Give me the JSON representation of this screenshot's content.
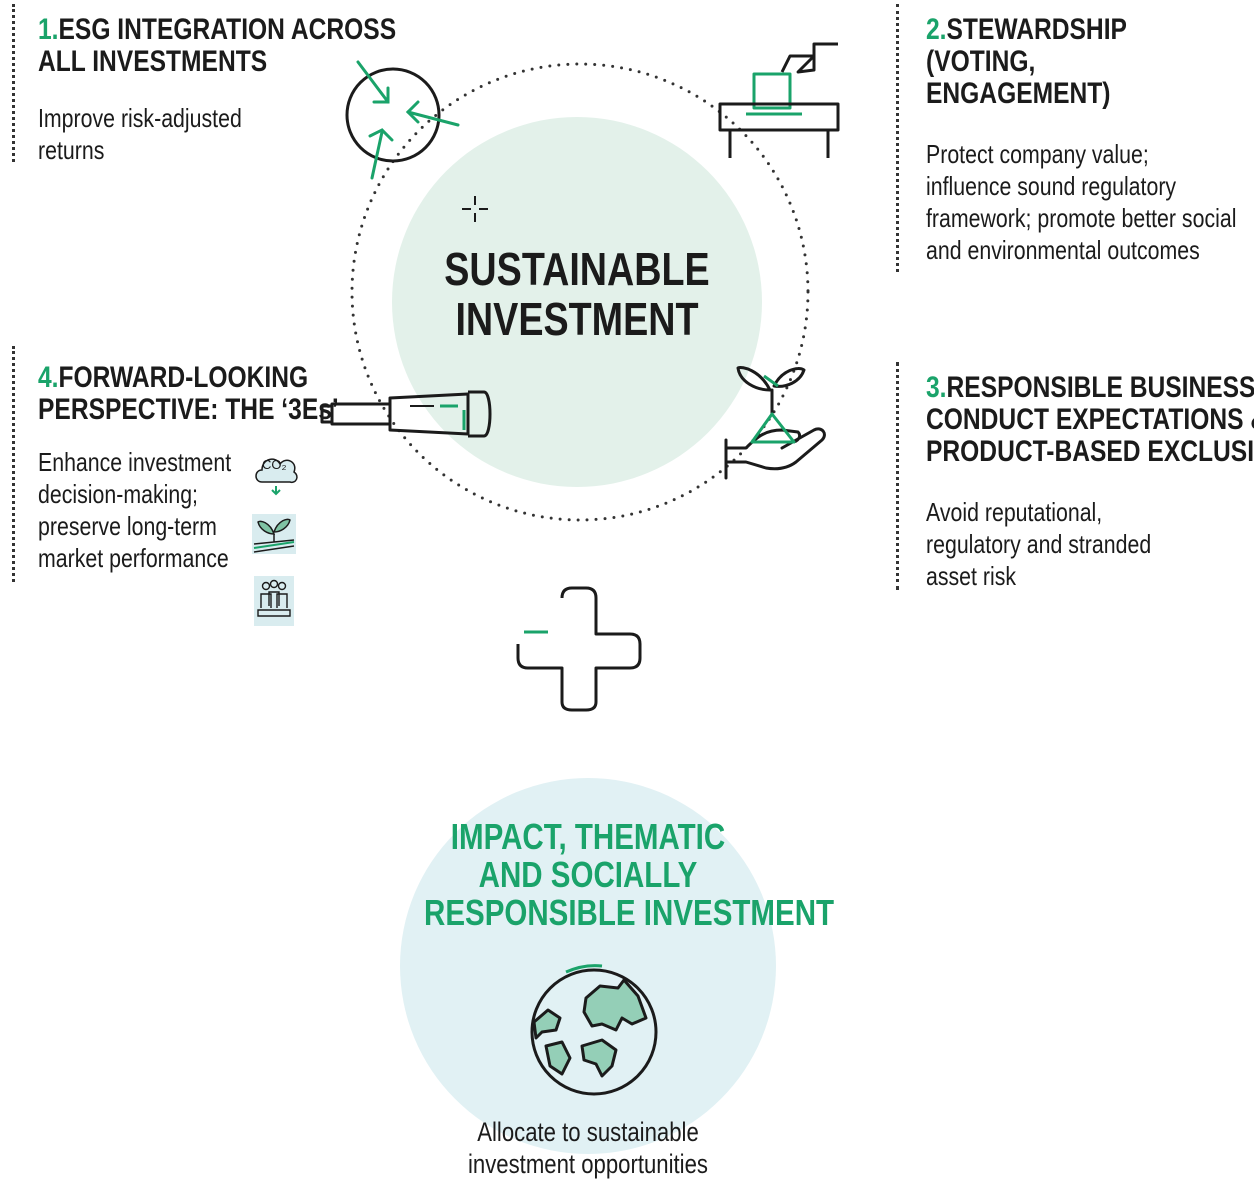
{
  "center": {
    "title_line1": "SUSTAINABLE",
    "title_line2": "INVESTMENT"
  },
  "pillars": [
    {
      "num": "1.",
      "title_line1": "ESG INTEGRATION ACROSS",
      "title_line2": "ALL INVESTMENTS",
      "desc_lines": [
        "Improve risk-adjusted",
        "returns"
      ],
      "icon": "arrows-converge-icon"
    },
    {
      "num": "2.",
      "title_line1": "STEWARDSHIP",
      "title_line2": "(VOTING,",
      "title_line3": "ENGAGEMENT)",
      "desc_lines": [
        "Protect company value;",
        "influence sound regulatory",
        "framework; promote better social",
        "and environmental outcomes"
      ],
      "icon": "ballot-box-icon"
    },
    {
      "num": "3.",
      "title_line1": "RESPONSIBLE BUSINESS",
      "title_line2": "CONDUCT EXPECTATIONS &",
      "title_line3": "PRODUCT-BASED EXCLUSIONS",
      "desc_lines": [
        "Avoid reputational,",
        "regulatory and stranded",
        "asset risk"
      ],
      "icon": "hand-sprout-icon"
    },
    {
      "num": "4.",
      "title_line1": "FORWARD-LOOKING",
      "title_line2": "PERSPECTIVE: THE ‘3Es’",
      "desc_lines": [
        "Enhance investment",
        "decision-making;",
        "preserve long-term",
        "market performance"
      ],
      "icon": "telescope-icon",
      "mini_icons": [
        "co2-cloud-icon",
        "plant-landscape-icon",
        "people-group-icon"
      ],
      "co2_text": "CO₂"
    }
  ],
  "bottom": {
    "title_lines": [
      "IMPACT, THEMATIC",
      "AND SOCIALLY",
      "RESPONSIBLE INVESTMENT"
    ],
    "desc_lines": [
      "Allocate to sustainable",
      "investment opportunities"
    ],
    "icon": "globe-icon"
  },
  "colors": {
    "accent_green": "#1aa36a",
    "center_circle": "#e3f1ea",
    "bottom_circle": "#e1f1f4",
    "line": "#1b1b1b"
  }
}
